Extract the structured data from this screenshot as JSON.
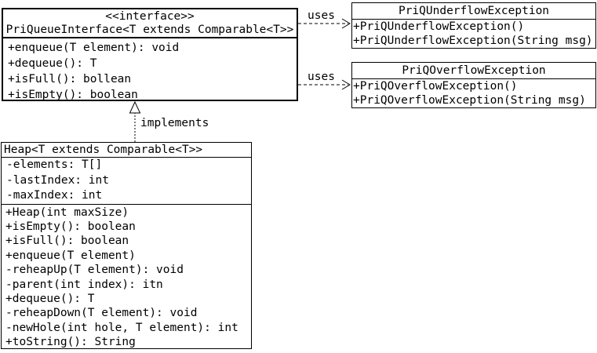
{
  "diagram": {
    "interface_class": {
      "stereotype": "<<interface>>",
      "name": "PriQueueInterface<T extends Comparable<T>>",
      "methods": [
        "+enqueue(T element): void",
        "+dequeue(): T",
        "+isFull(): bollean",
        "+isEmpty(): boolean"
      ]
    },
    "underflow_class": {
      "name": "PriQUnderflowException",
      "methods": [
        "+PriQUnderflowException()",
        "+PriQUnderflowException(String msg)"
      ]
    },
    "overflow_class": {
      "name": "PriQOverflowException",
      "methods": [
        "+PriQOverflowException()",
        "+PriQOverflowException(String msg)"
      ]
    },
    "heap_class": {
      "name": "Heap<T extends Comparable<T>>",
      "attributes": [
        "-elements: T[]",
        "-lastIndex: int",
        "-maxIndex: int"
      ],
      "methods": [
        "+Heap(int maxSize)",
        "+isEmpty(): boolean",
        "+isFull(): boolean",
        "+enqueue(T element)",
        "-reheapUp(T element): void",
        "-parent(int index): itn",
        "+dequeue(): T",
        "-reheapDown(T element): void",
        "-newHole(int hole, T element): int",
        "+toString(): String"
      ]
    },
    "relationships": {
      "uses_underflow_label": "uses",
      "uses_overflow_label": "uses",
      "implements_label": "implements"
    },
    "colors": {
      "background": "#ffffff",
      "line": "#000000",
      "text": "#000000"
    }
  }
}
